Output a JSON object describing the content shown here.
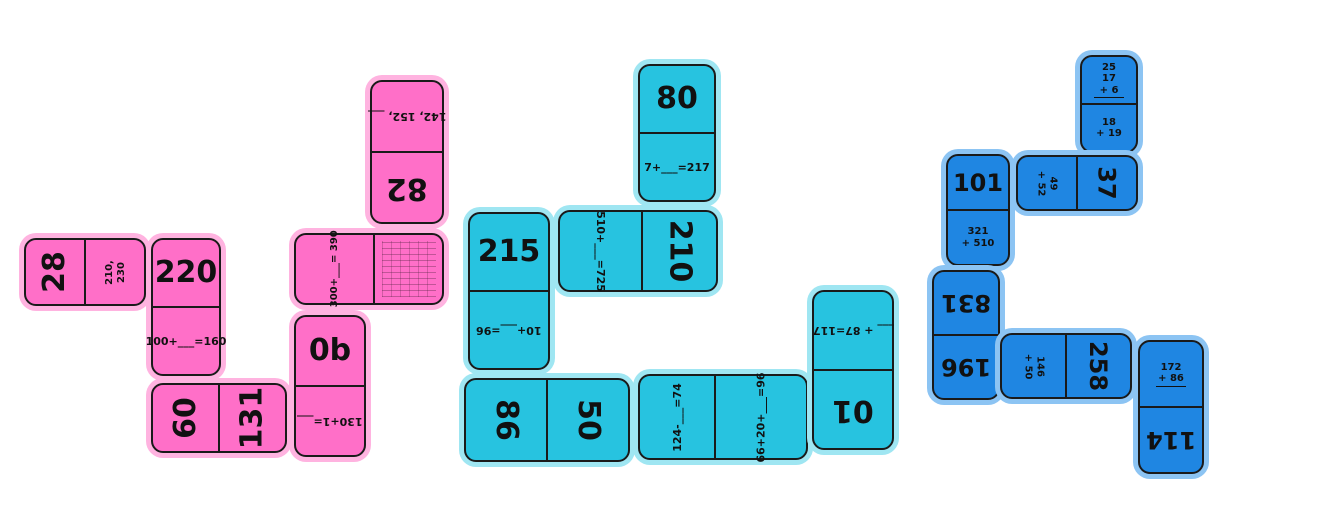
{
  "sets": {
    "pink": {
      "d1": {
        "a": "28",
        "b_line1": "210,",
        "b_line2": "230"
      },
      "d2": {
        "a": "220",
        "b": "100+___=160"
      },
      "d3": {
        "a": "60",
        "b": "131"
      },
      "d4": {
        "a": "0b",
        "b": "130+1=___"
      },
      "d5": {
        "a": "300+___= 390"
      },
      "d6": {
        "a": "142, 152, ___",
        "b": "82"
      }
    },
    "cyan": {
      "d1": {
        "a": "80",
        "b": "7+___=217"
      },
      "d2": {
        "a": "215",
        "b": "10+___=96"
      },
      "d3": {
        "a": "510+___=725",
        "b": "210"
      },
      "d4": {
        "a": "86",
        "b": "50"
      },
      "d5": {
        "a": "124-___=74",
        "b": "66+20+___=96"
      },
      "d6": {
        "a": "___ + 87=117",
        "b": "01"
      }
    },
    "blue": {
      "d1": {
        "a_lines": [
          "25",
          "17",
          "+ 6"
        ],
        "b_lines": [
          "18",
          "+ 19"
        ]
      },
      "d2": {
        "a_lines": [
          "49",
          "+ 52"
        ],
        "b": "37"
      },
      "d3": {
        "a": "101",
        "b_lines": [
          "321",
          "+ 510"
        ]
      },
      "d4": {
        "a": "831",
        "b": "196"
      },
      "d5": {
        "a_lines": [
          "146",
          "+ 50"
        ],
        "b": "258"
      },
      "d6": {
        "a_lines": [
          "172",
          "+ 86"
        ],
        "b": "114"
      }
    }
  },
  "colors": {
    "pink": "#ff6fc8",
    "cyan": "#27c3e0",
    "blue": "#1f86e2"
  }
}
